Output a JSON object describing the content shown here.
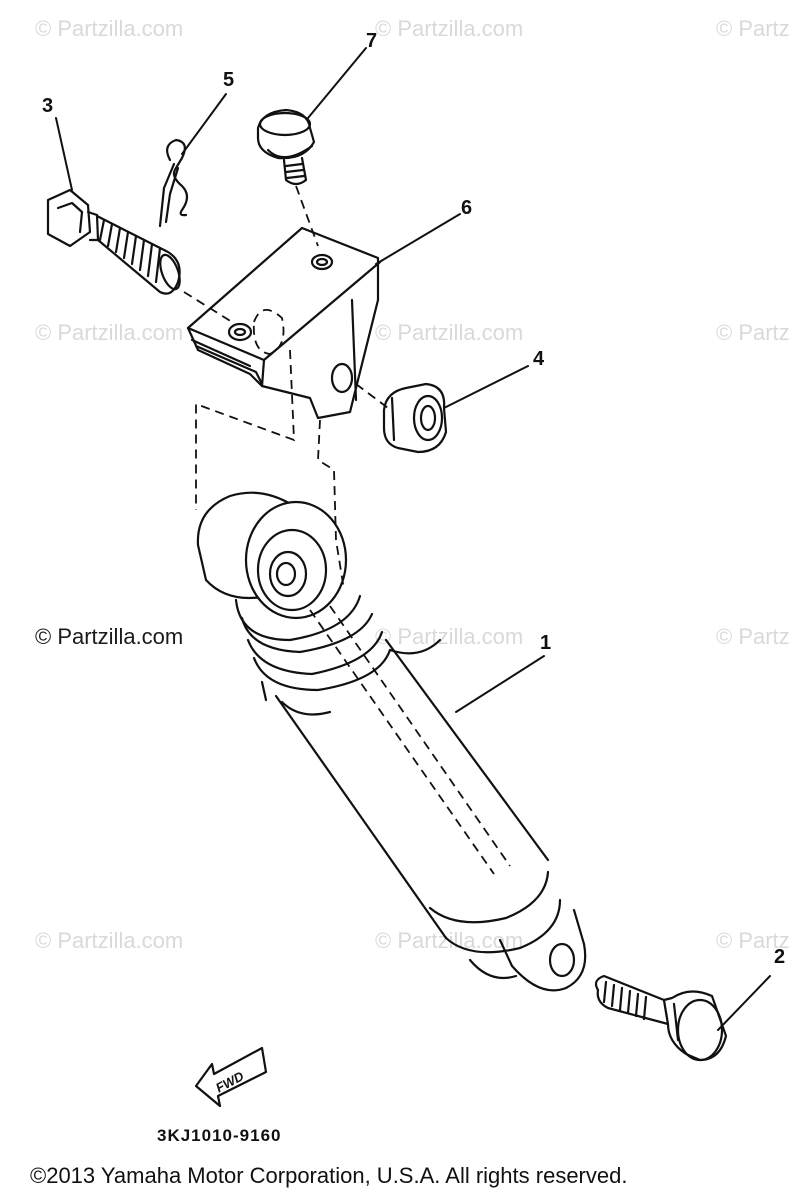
{
  "watermarks": [
    "© Partzilla.com",
    "© Partzilla.com",
    "© Partz",
    "© Partzilla.com",
    "© Partzilla.com",
    "© Partz",
    "© Partzilla.com",
    "© Partzilla.com",
    "© Partz",
    "© Partzilla.com",
    "© Partzilla.com",
    "© Partz"
  ],
  "parts": [
    {
      "number": "1",
      "label": "1"
    },
    {
      "number": "2",
      "label": "2"
    },
    {
      "number": "3",
      "label": "3"
    },
    {
      "number": "4",
      "label": "4"
    },
    {
      "number": "5",
      "label": "5"
    },
    {
      "number": "6",
      "label": "6"
    },
    {
      "number": "7",
      "label": "7"
    }
  ],
  "fwd_label": "FWD",
  "drawing_code": "3KJ1010-9160",
  "copyright": "©2013  Yamaha Motor Corporation, U.S.A. All rights reserved.",
  "colors": {
    "line": "#111111",
    "watermark": "#d9d9d9"
  }
}
